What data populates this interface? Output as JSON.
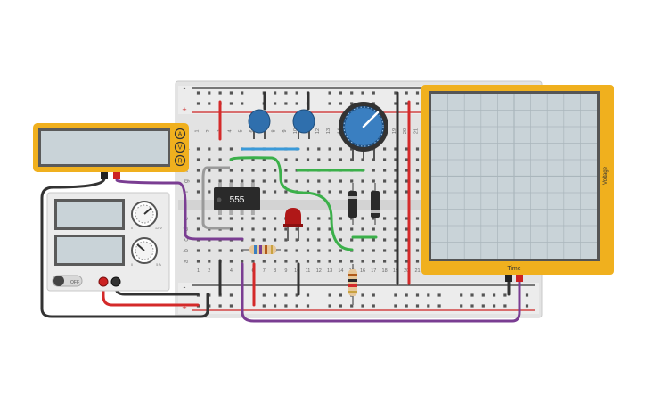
{
  "timer_chip": {
    "label": "555"
  },
  "multimeter": {
    "modes": [
      "A",
      "V",
      "R"
    ],
    "display_value": ""
  },
  "power_supply": {
    "knob_labels": [
      "0",
      "12 V",
      "0",
      "5 A"
    ],
    "switch_label": "OFF",
    "display_1_value": "",
    "display_2_value": ""
  },
  "oscilloscope": {
    "x_axis_label": "Time",
    "y_axis_label": "Voltage"
  },
  "breadboard": {
    "column_numbers": [
      "1",
      "2",
      "3",
      "4",
      "5",
      "6",
      "7",
      "8",
      "9",
      "10",
      "11",
      "12",
      "13",
      "14",
      "15",
      "16",
      "17",
      "18",
      "19",
      "20",
      "21"
    ],
    "row_letters": [
      "a",
      "b",
      "c",
      "d",
      "e",
      "f",
      "g",
      "h",
      "i",
      "j"
    ],
    "rail_signs": [
      "-",
      "+",
      "-",
      "+"
    ]
  },
  "colors": {
    "accent_yellow": "#f0b01e",
    "wire_red": "#d42a2a",
    "wire_purple": "#7a3d92",
    "wire_green": "#3bb04a",
    "wire_blue": "#3a9ad9",
    "wire_black": "#333333"
  }
}
